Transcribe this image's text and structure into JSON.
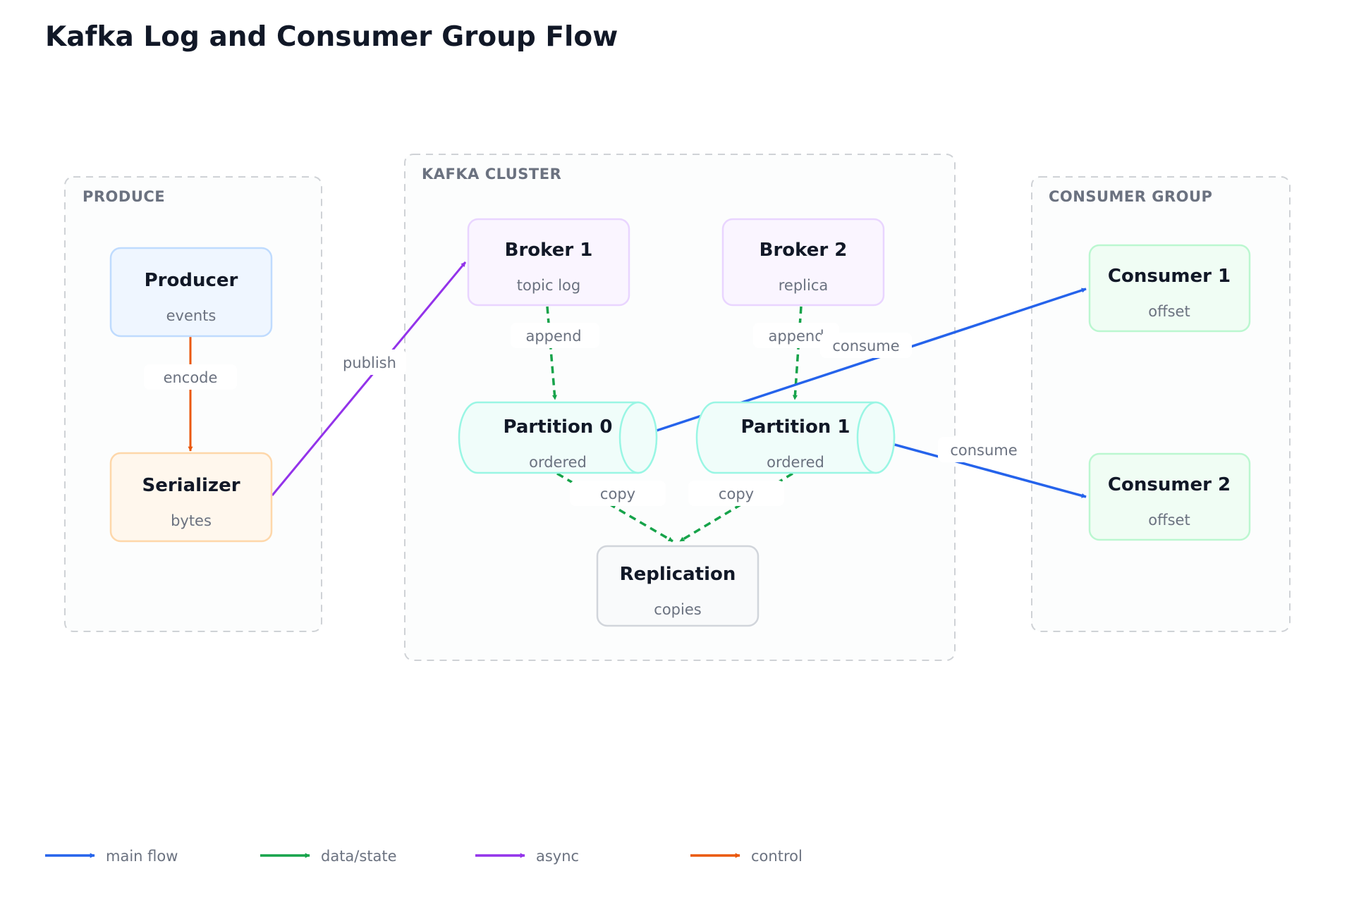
{
  "title": "Kafka Log and Consumer Group Flow",
  "colors": {
    "main": "#2563eb",
    "data": "#16a34a",
    "async": "#9333ea",
    "control": "#ea580c"
  },
  "groups": {
    "produce": "PRODUCE",
    "cluster": "KAFKA CLUSTER",
    "consumers": "CONSUMER GROUP"
  },
  "nodes": {
    "producer": {
      "title": "Producer",
      "sub": "events"
    },
    "serializer": {
      "title": "Serializer",
      "sub": "bytes"
    },
    "broker1": {
      "title": "Broker 1",
      "sub": "topic log"
    },
    "broker2": {
      "title": "Broker 2",
      "sub": "replica"
    },
    "partition0": {
      "title": "Partition 0",
      "sub": "ordered"
    },
    "partition1": {
      "title": "Partition 1",
      "sub": "ordered"
    },
    "replication": {
      "title": "Replication",
      "sub": "copies"
    },
    "consumer1": {
      "title": "Consumer 1",
      "sub": "offset"
    },
    "consumer2": {
      "title": "Consumer 2",
      "sub": "offset"
    }
  },
  "edges": {
    "encode": "encode",
    "publish": "publish",
    "append1": "append",
    "append2": "append",
    "copy0": "copy",
    "copy1": "copy",
    "consume1": "consume",
    "consume2": "consume"
  },
  "legend": {
    "main": "main flow",
    "data": "data/state",
    "async": "async",
    "control": "control"
  }
}
